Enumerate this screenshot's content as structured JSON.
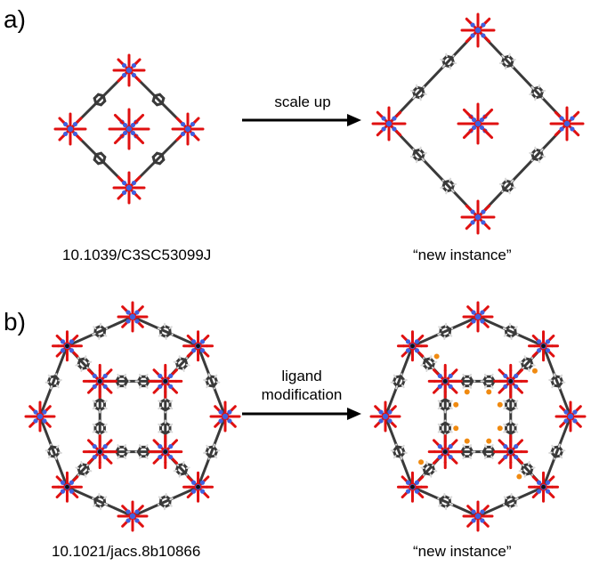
{
  "panels": [
    {
      "label": "a)",
      "left_caption": "10.1039/C3SC53099J",
      "arrow_label_lines": [
        "scale up"
      ],
      "right_caption": "“new instance”"
    },
    {
      "label": "b)",
      "left_caption": "10.1021/jacs.8b10866",
      "arrow_label_lines": [
        "ligand",
        "modification"
      ],
      "right_caption": "“new instance”"
    }
  ],
  "colors": {
    "oxygen": "#e01010",
    "metal": "#4060e0",
    "carbon": "#3a3a3a",
    "hydrogen": "#d8d8d8",
    "substituent": "#f08a10",
    "dark_atom": "#111111"
  }
}
